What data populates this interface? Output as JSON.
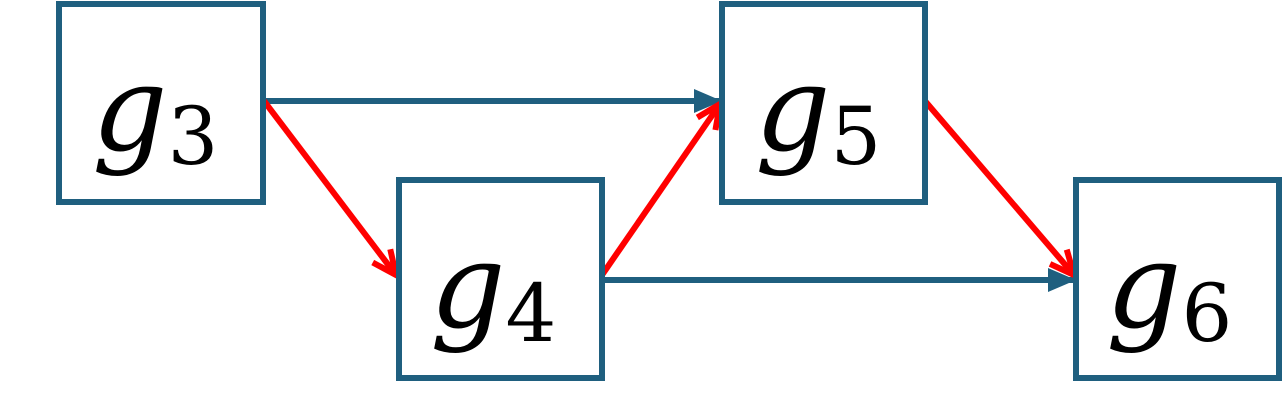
{
  "colors": {
    "node_border": "#1f5f7f",
    "edge_blue": "#1f5f7f",
    "edge_red": "#ff0000",
    "text": "#000000",
    "background": "#ffffff"
  },
  "nodes": [
    {
      "id": "g3",
      "symbol": "g",
      "subscript": "3"
    },
    {
      "id": "g4",
      "symbol": "g",
      "subscript": "4"
    },
    {
      "id": "g5",
      "symbol": "g",
      "subscript": "5"
    },
    {
      "id": "g6",
      "symbol": "g",
      "subscript": "6"
    }
  ],
  "edges": [
    {
      "from": "g3",
      "to": "g5",
      "color": "blue"
    },
    {
      "from": "g3",
      "to": "g4",
      "color": "red"
    },
    {
      "from": "g4",
      "to": "g5",
      "color": "red"
    },
    {
      "from": "g4",
      "to": "g6",
      "color": "blue"
    },
    {
      "from": "g5",
      "to": "g6",
      "color": "red"
    }
  ]
}
